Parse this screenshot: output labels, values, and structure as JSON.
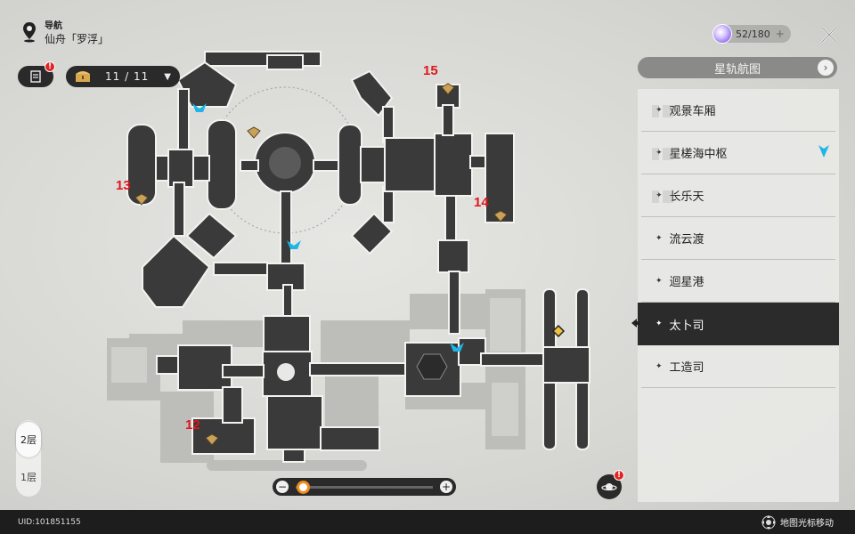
{
  "nav": {
    "label": "导航",
    "location": "仙舟「罗浮」"
  },
  "quest": {
    "badge": "!"
  },
  "chest": {
    "count": "11 / 11"
  },
  "stamina": {
    "value": "52/180",
    "plus": "+"
  },
  "panel": {
    "header": "星轨航图",
    "header_chevron": "›",
    "items": [
      {
        "label": "观景车厢"
      },
      {
        "label": "星槎海中枢"
      },
      {
        "label": "长乐天"
      },
      {
        "label": "流云渡"
      },
      {
        "label": "迴星港"
      },
      {
        "label": "太卜司"
      },
      {
        "label": "工造司"
      }
    ],
    "active_index": 5,
    "marker_index": 1
  },
  "floors": {
    "upper": "2层",
    "lower": "1层",
    "selected": "2层"
  },
  "zoom": {
    "minus": "−",
    "plus": "+",
    "level": 0.03
  },
  "cursor_badge": "!",
  "map_labels": {
    "n12": "12",
    "n13": "13",
    "n14": "14",
    "n15": "15"
  },
  "bottom": {
    "uid": "UID:101851155",
    "hint": "地图光标移动"
  },
  "colors": {
    "accent_orange": "#f08c1e",
    "marker_cyan": "#1fb5e6",
    "label_red": "#e0161c",
    "active_bg": "#2b2b2b"
  }
}
